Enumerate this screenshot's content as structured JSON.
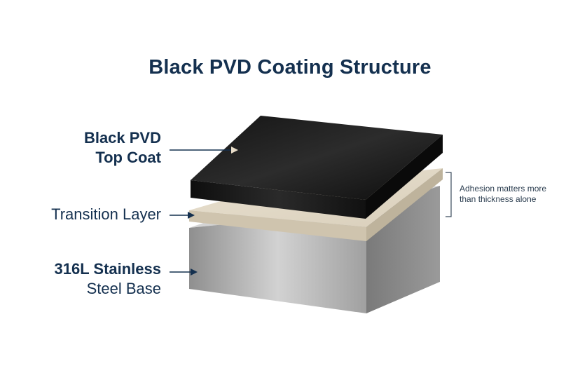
{
  "title": "Black PVD Coating Structure",
  "layers": {
    "top": {
      "line1": "Black PVD",
      "line2": "Top Coat"
    },
    "transition": {
      "line1": "Transition Layer"
    },
    "base": {
      "line1": "316L Stainless",
      "line2": "Steel Base"
    }
  },
  "note": {
    "line1": "Adhesion matters more",
    "line2": "than thickness alone"
  },
  "colors": {
    "title": "#14304f",
    "arrow_dark": "#14304f",
    "arrow_light": "#e8dcc8",
    "top_coat": "#111111",
    "transition": "#e6ddcc",
    "steel": "#b5b5b5"
  }
}
